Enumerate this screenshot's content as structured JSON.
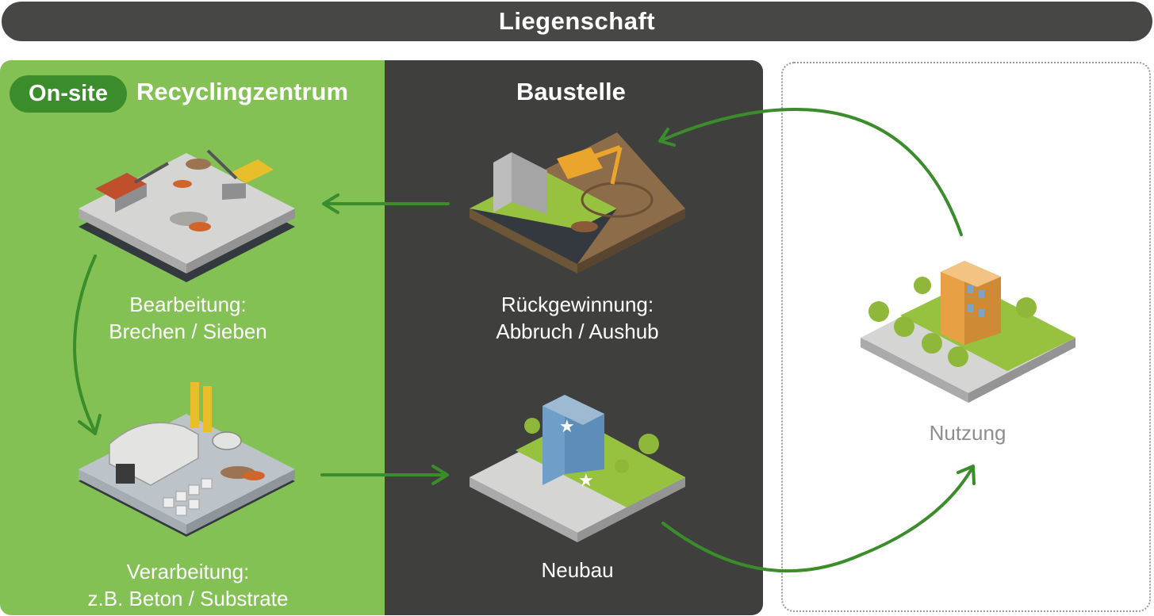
{
  "banner": {
    "title": "Liegenschaft"
  },
  "recycling": {
    "pill": "On-site",
    "title": "Recyclingzentrum",
    "step1": {
      "line1": "Bearbeitung:",
      "line2": "Brechen / Sieben"
    },
    "step2": {
      "line1": "Verarbeitung:",
      "line2": "z.B. Beton / Substrate"
    }
  },
  "baustelle": {
    "title": "Baustelle",
    "step1": {
      "line1": "Rückgewinnung:",
      "line2": "Abbruch / Aushub"
    },
    "step2": {
      "line1": "Neubau"
    }
  },
  "nutzung": {
    "label": "Nutzung"
  },
  "colors": {
    "green_panel": "#84c155",
    "dark_panel": "#3f3f3e",
    "banner": "#474746",
    "arrow": "#3b8c2b",
    "pill": "#3b8c2b"
  }
}
